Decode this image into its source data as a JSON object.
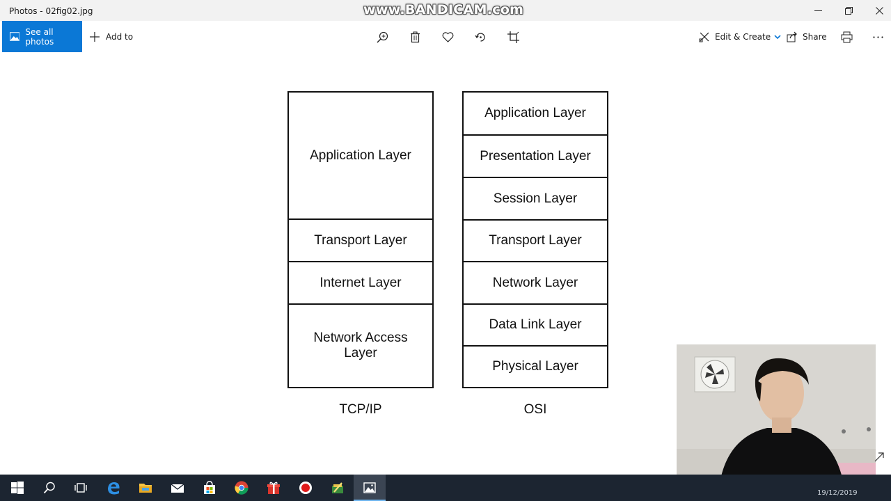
{
  "window": {
    "title": "Photos - 02fig02.jpg",
    "watermark": "www.BANDICAM.com"
  },
  "toolbar": {
    "see_all_label": "See all photos",
    "add_to_label": "Add to",
    "edit_create_label": "Edit & Create",
    "share_label": "Share",
    "accent_color": "#0b78d6"
  },
  "diagram": {
    "tcpip": {
      "caption": "TCP/IP",
      "layers": [
        "Application Layer",
        "Transport Layer",
        "Internet Layer",
        "Network Access Layer"
      ]
    },
    "osi": {
      "caption": "OSI",
      "layers": [
        "Application Layer",
        "Presentation Layer",
        "Session Layer",
        "Transport Layer",
        "Network Layer",
        "Data Link Layer",
        "Physical Layer"
      ]
    }
  },
  "taskbar": {
    "clock_date": "19/12/2019",
    "apps": [
      "start-icon",
      "search-icon",
      "task-view-icon",
      "edge-icon",
      "file-explorer-icon",
      "mail-icon",
      "store-icon",
      "chrome-icon",
      "gift-icon",
      "bandicam-record-icon",
      "pencil-app-icon",
      "photos-icon"
    ]
  }
}
